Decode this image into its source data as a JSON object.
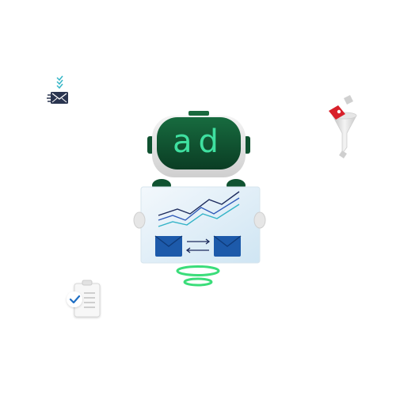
{
  "illustration": {
    "robot": {
      "face_text": "ad",
      "colors": {
        "helmet_dark": "#0b3d24",
        "helmet_mid": "#125a34",
        "face_glow": "#3fe0a0",
        "hover_ring": "#3bdd7a",
        "board_light": "#eef6fb",
        "board_blue": "#cfe5f3"
      }
    },
    "board": {
      "lines": [
        "navy-line",
        "blue-line",
        "teal-line"
      ],
      "icons": [
        "envelope-icon",
        "arrows-icon",
        "envelope-icon"
      ],
      "colors": {
        "navy": "#1c2a5c",
        "blue": "#2f5ab8",
        "teal": "#33b3c7",
        "envelope": "#1d5aaa"
      }
    },
    "floating_icons": [
      {
        "name": "mail-delivery-icon",
        "color": "#2a3550",
        "accent": "#35b6c7"
      },
      {
        "name": "funnel-icon",
        "color": "#d6d6d6",
        "accent": "#d8202a"
      },
      {
        "name": "clipboard-check-icon",
        "color": "#f2f2f2",
        "accent": "#1f6fc4"
      }
    ]
  }
}
